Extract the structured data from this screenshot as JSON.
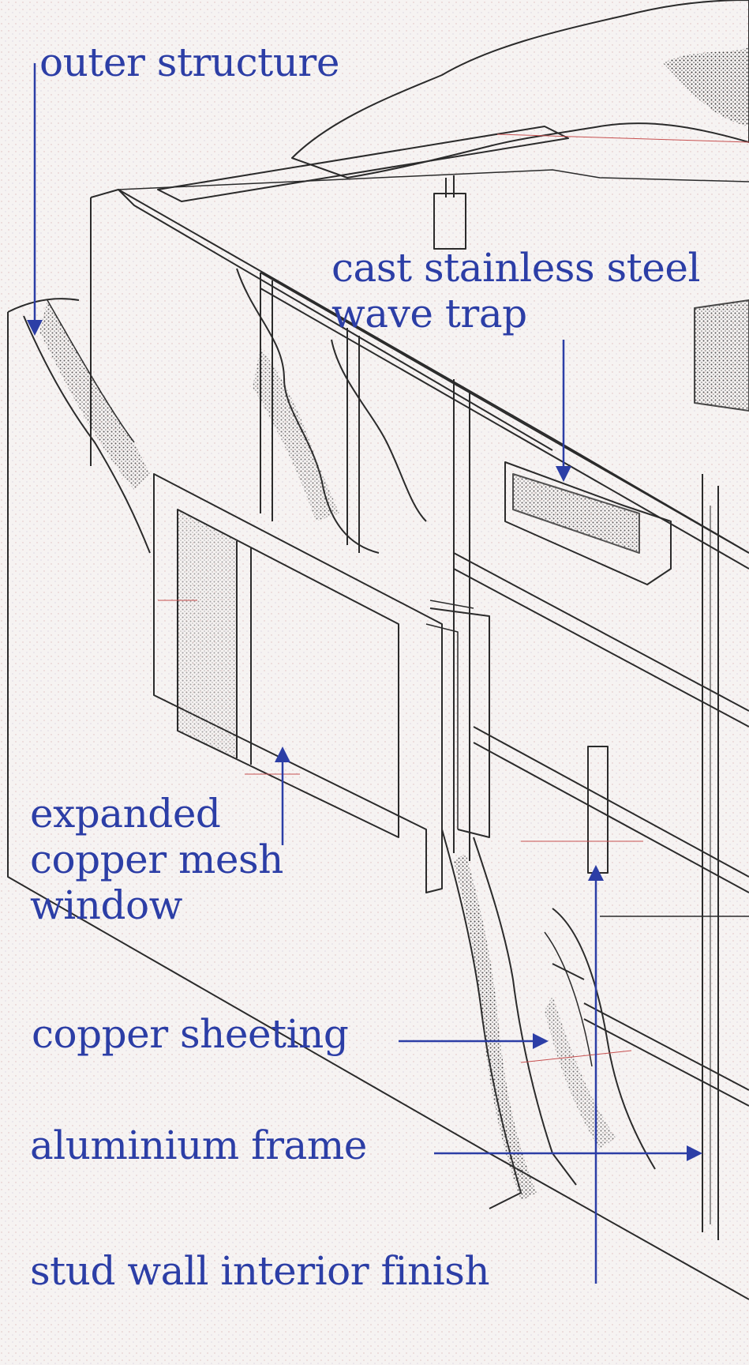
{
  "labels": {
    "outer_structure": "outer structure",
    "wave_trap": [
      "cast stainless steel",
      "wave trap"
    ],
    "copper_mesh_window": [
      "expanded",
      "copper mesh",
      "window"
    ],
    "copper_sheeting": "copper sheeting",
    "aluminium_frame": "aluminium frame",
    "stud_wall": "stud wall interior finish"
  },
  "colors": {
    "label": "#2c3ea6",
    "arrow": "#2c3ea6",
    "ink": "#2b2b2b",
    "speckle": "#c99090",
    "paper": "#f6f3f2"
  }
}
